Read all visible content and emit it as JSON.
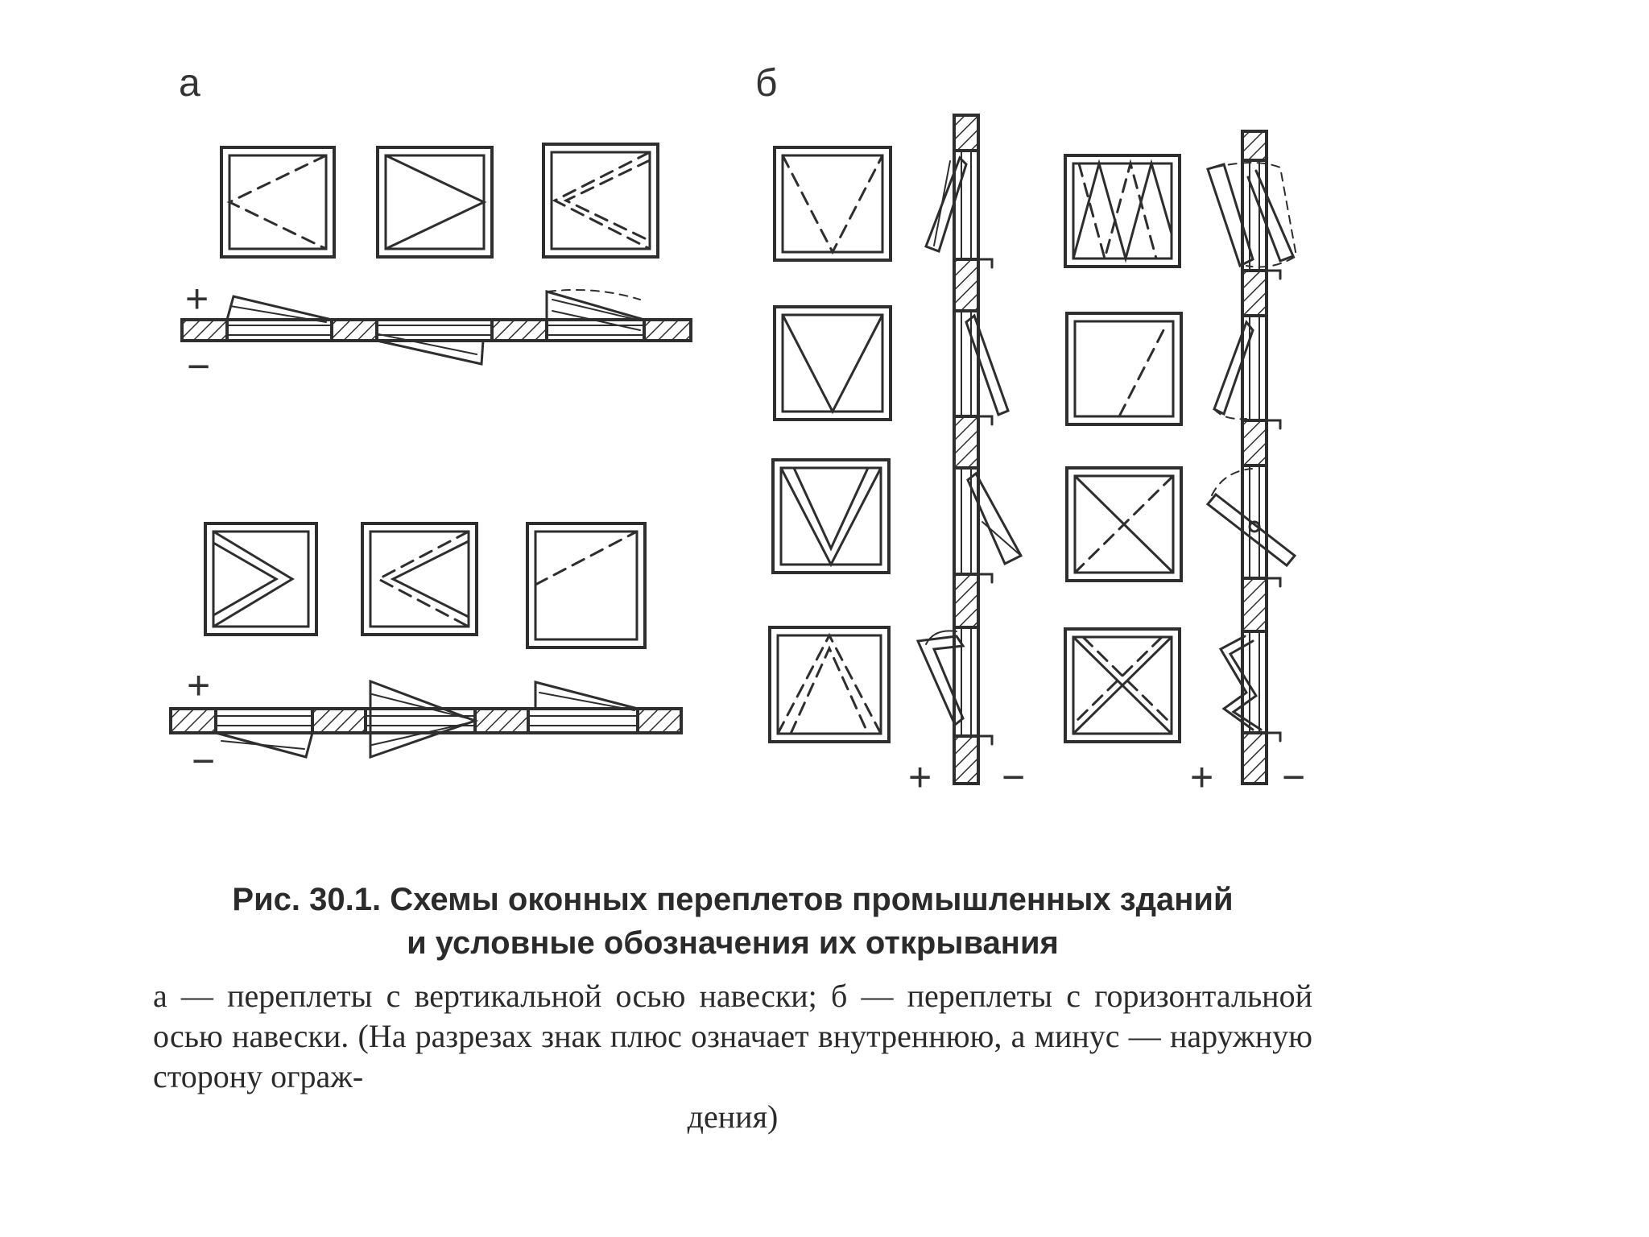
{
  "panels": {
    "a": {
      "label": "а"
    },
    "b": {
      "label": "б"
    }
  },
  "signs": {
    "plus": "+",
    "minus": "−"
  },
  "caption": {
    "title_line1": "Рис. 30.1. Схемы оконных переплетов промышленных зданий",
    "title_line2": "и условные обозначения их открывания",
    "body_main": "а — переплеты с вертикальной осью навески; б — переплеты с горизонтальной осью навески. (На разрезах знак плюс означает внутреннюю, а минус — наружную сторону ограж-",
    "body_last": "дения)"
  },
  "colors": {
    "ink": "#2e2e2e",
    "paper": "#ffffff"
  }
}
